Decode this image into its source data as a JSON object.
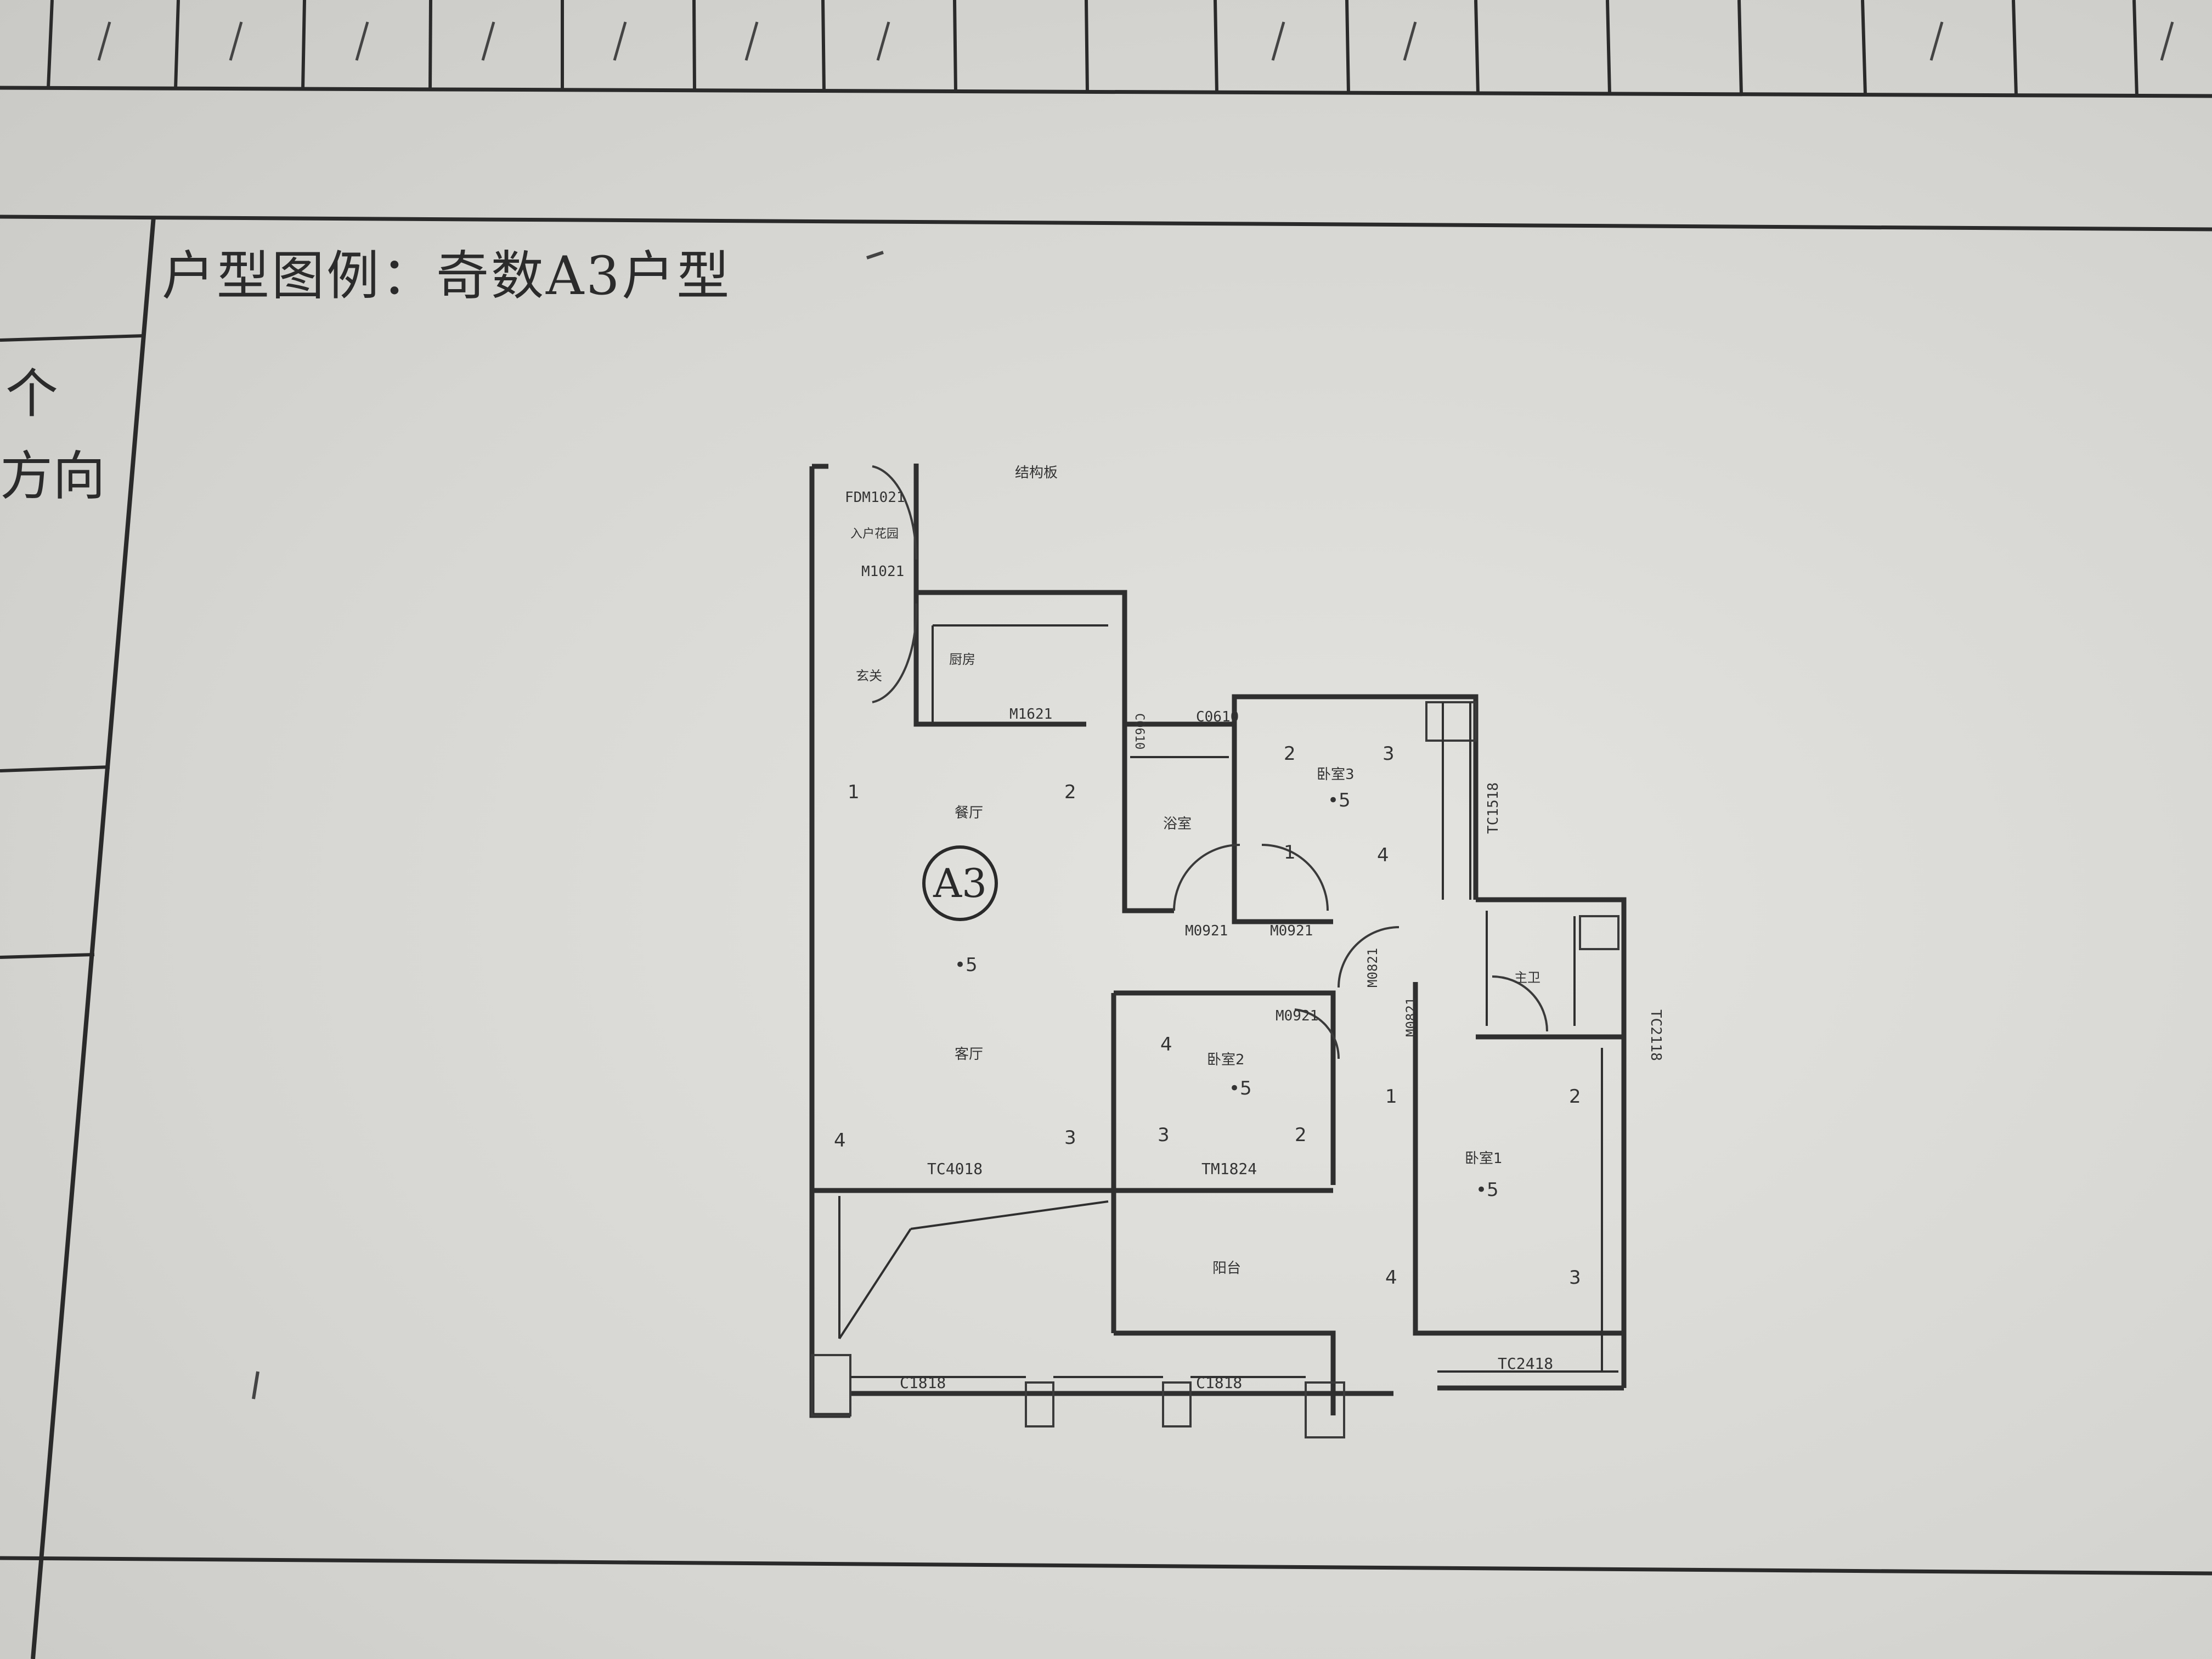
{
  "title": "户型图例：奇数A3户型",
  "side_labels": {
    "line1": "个",
    "line2": "方向"
  },
  "unit_badge": "A3",
  "rooms": {
    "entry_garden": "入户花园",
    "foyer": "玄关",
    "dining": "餐厅",
    "living": "客厅",
    "kitchen": "厨房",
    "bath": "浴室",
    "master_bath": "主卫",
    "bedroom3": "卧室3",
    "bedroom2": "卧室2",
    "bedroom1": "卧室1",
    "balcony": "阳台",
    "top_label": "结构板"
  },
  "tags": {
    "fdm1021": "FDM1021",
    "m1021": "M1021",
    "m1621": "M1621",
    "c0610": "C0610",
    "m0921a": "M0921",
    "m0921b": "M0921",
    "m0821a": "M0821",
    "m0821b": "M0821",
    "m0921c": "M0921",
    "tc4018": "TC4018",
    "tm1824": "TM1824",
    "c1818a": "C1818",
    "c1818b": "C1818",
    "tc2418": "TC2418",
    "tc1518": "TC1518",
    "tc2118": "TC2118",
    "side_small": "C0610"
  },
  "numerals": {
    "n1": "1",
    "n2": "2",
    "n3": "3",
    "n4": "4",
    "n5": "•5",
    "b3_2": "2",
    "b3_3": "3",
    "b3_5": "•5",
    "b3_1": "1",
    "b3_4": "4",
    "b2_4": "4",
    "b2_5": "•5",
    "b2_3": "3",
    "b2_2": "2",
    "b1_1": "1",
    "b1_2": "2",
    "b1_5": "•5",
    "b1_4": "4",
    "b1_3": "3",
    "lv_4": "4",
    "lv_3": "3",
    "lv_1": "1"
  }
}
